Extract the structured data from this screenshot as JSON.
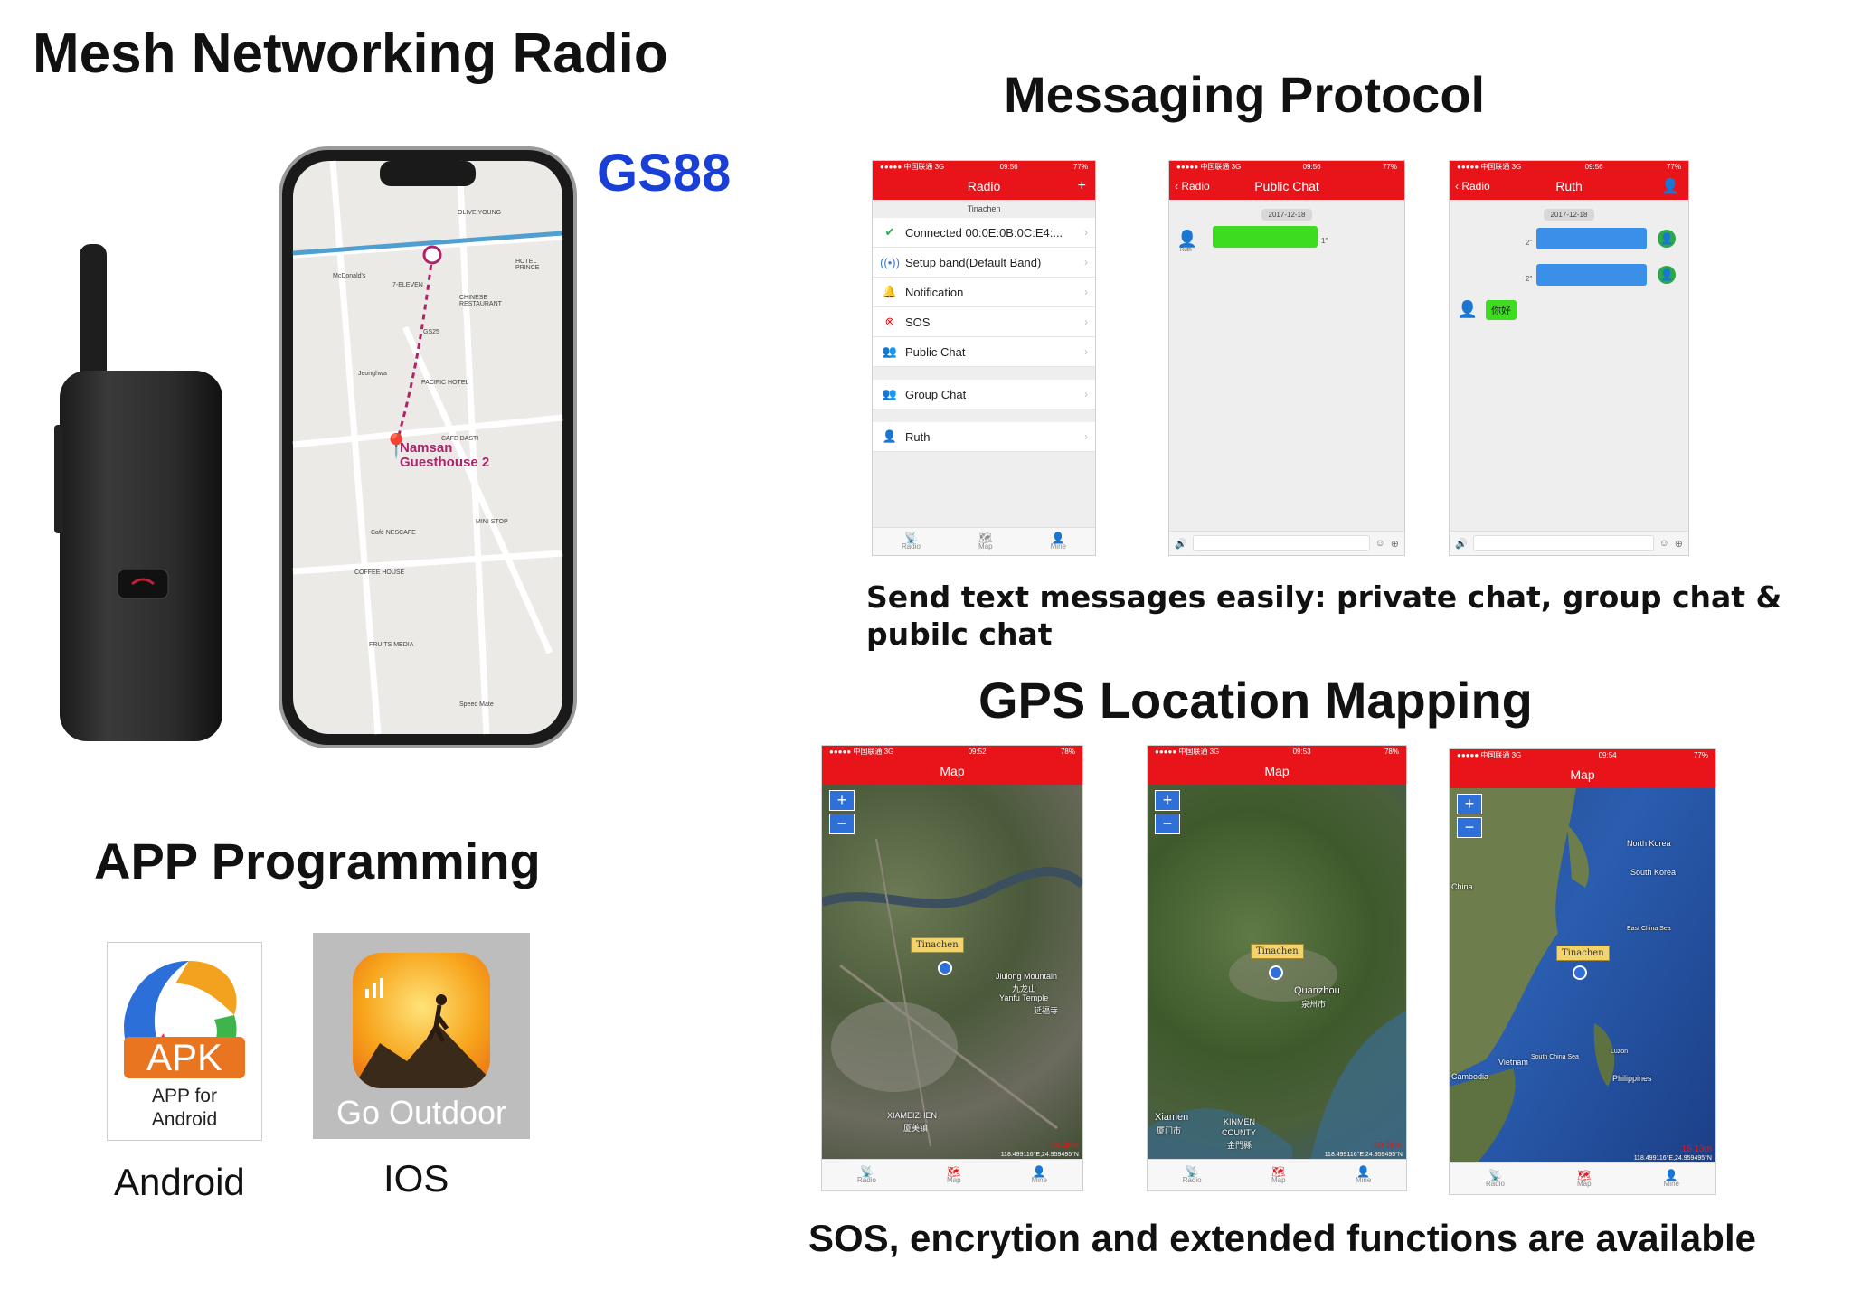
{
  "titles": {
    "mesh": "Mesh Networking Radio",
    "model": "GS88",
    "messaging": "Messaging Protocol",
    "gps": "GPS Location Mapping",
    "app": "APP Programming"
  },
  "captions": {
    "messaging_line1": "Send text messages easily: private chat, group chat &",
    "messaging_line2": "pubilc chat",
    "footer": "SOS, encrytion and extended functions are available"
  },
  "apps": {
    "android_badge": "APK",
    "android_sub1": "APP for",
    "android_sub2": "Android",
    "android_label": "Android",
    "ios_icon_text": "Go Outdoor",
    "ios_label": "IOS"
  },
  "status": {
    "carrier": "●●●●● 中国联通 3G",
    "time1": "09:56",
    "time_map1": "09:52",
    "time_map2": "09:53",
    "time_map3": "09:54",
    "battery1": "77%",
    "battery_map1": "78%",
    "battery_map2": "78%",
    "battery_map3": "77%"
  },
  "radio_screen": {
    "title": "Radio",
    "plus": "+",
    "device_name": "Tinachen",
    "rows": [
      {
        "icon": "check-icon",
        "label": "Connected 00:0E:0B:0C:E4:..."
      },
      {
        "icon": "radio-wave-icon",
        "label": "Setup band(Default Band)"
      },
      {
        "icon": "bell-icon",
        "label": "Notification"
      },
      {
        "icon": "sos-icon",
        "label": "SOS"
      },
      {
        "icon": "users-icon",
        "label": "Public Chat"
      },
      {
        "icon": "group-icon",
        "label": "Group Chat"
      },
      {
        "icon": "user-icon",
        "label": "Ruth"
      }
    ]
  },
  "tabs": {
    "radio": "Radio",
    "map": "Map",
    "mine": "Mine"
  },
  "public_chat": {
    "back": "Radio",
    "title": "Public Chat",
    "date": "2017-12-18",
    "sender": "Ruth",
    "duration": "1\""
  },
  "ruth_chat": {
    "back": "Radio",
    "title": "Ruth",
    "date": "2017-12-18",
    "dur1": "2\"",
    "dur2": "2\"",
    "reply": "你好"
  },
  "maps": [
    {
      "title": "Map",
      "tag": "Tinachen",
      "labels": [
        "Jiulong Mountain",
        "九龙山",
        "Yanfu Temple",
        "延福寺",
        "XIAMEIZHEN",
        "厦美镇"
      ],
      "scale": "13.4km",
      "coord": "118.499116°E,24.959495°N"
    },
    {
      "title": "Map",
      "tag": "Tinachen",
      "labels": [
        "Quanzhou",
        "泉州市",
        "Xiamen",
        "厦门市",
        "KINMEN",
        "COUNTY",
        "金門縣"
      ],
      "scale": "10.1km",
      "coord": "118.499116°E,24.959495°N"
    },
    {
      "title": "Map",
      "tag": "Tinachen",
      "labels": [
        "North Korea",
        "South Korea",
        "China",
        "Vietnam",
        "Cambodia",
        "Philippines",
        "Luzon",
        "South China Sea",
        "East China Sea"
      ],
      "scale": "15.13m",
      "coord": "118.499116°E,24.959495°N"
    }
  ],
  "phone_map": {
    "pin_label_1": "Namsan",
    "pin_label_2": "Guesthouse 2",
    "labels": [
      "OLIVE YOUNG",
      "7-ELEVEN",
      "CHINESE RESTAURANT",
      "GS25",
      "PACIFIC HOTEL",
      "CAFE DASTI",
      "HOTEL PRINCE",
      "MINI STOP",
      "COFFEE HOUSE",
      "Speed Mate",
      "FRUITS MEDIA",
      "Jeonghwa",
      "McDonald's",
      "Café NESCAFE"
    ]
  }
}
